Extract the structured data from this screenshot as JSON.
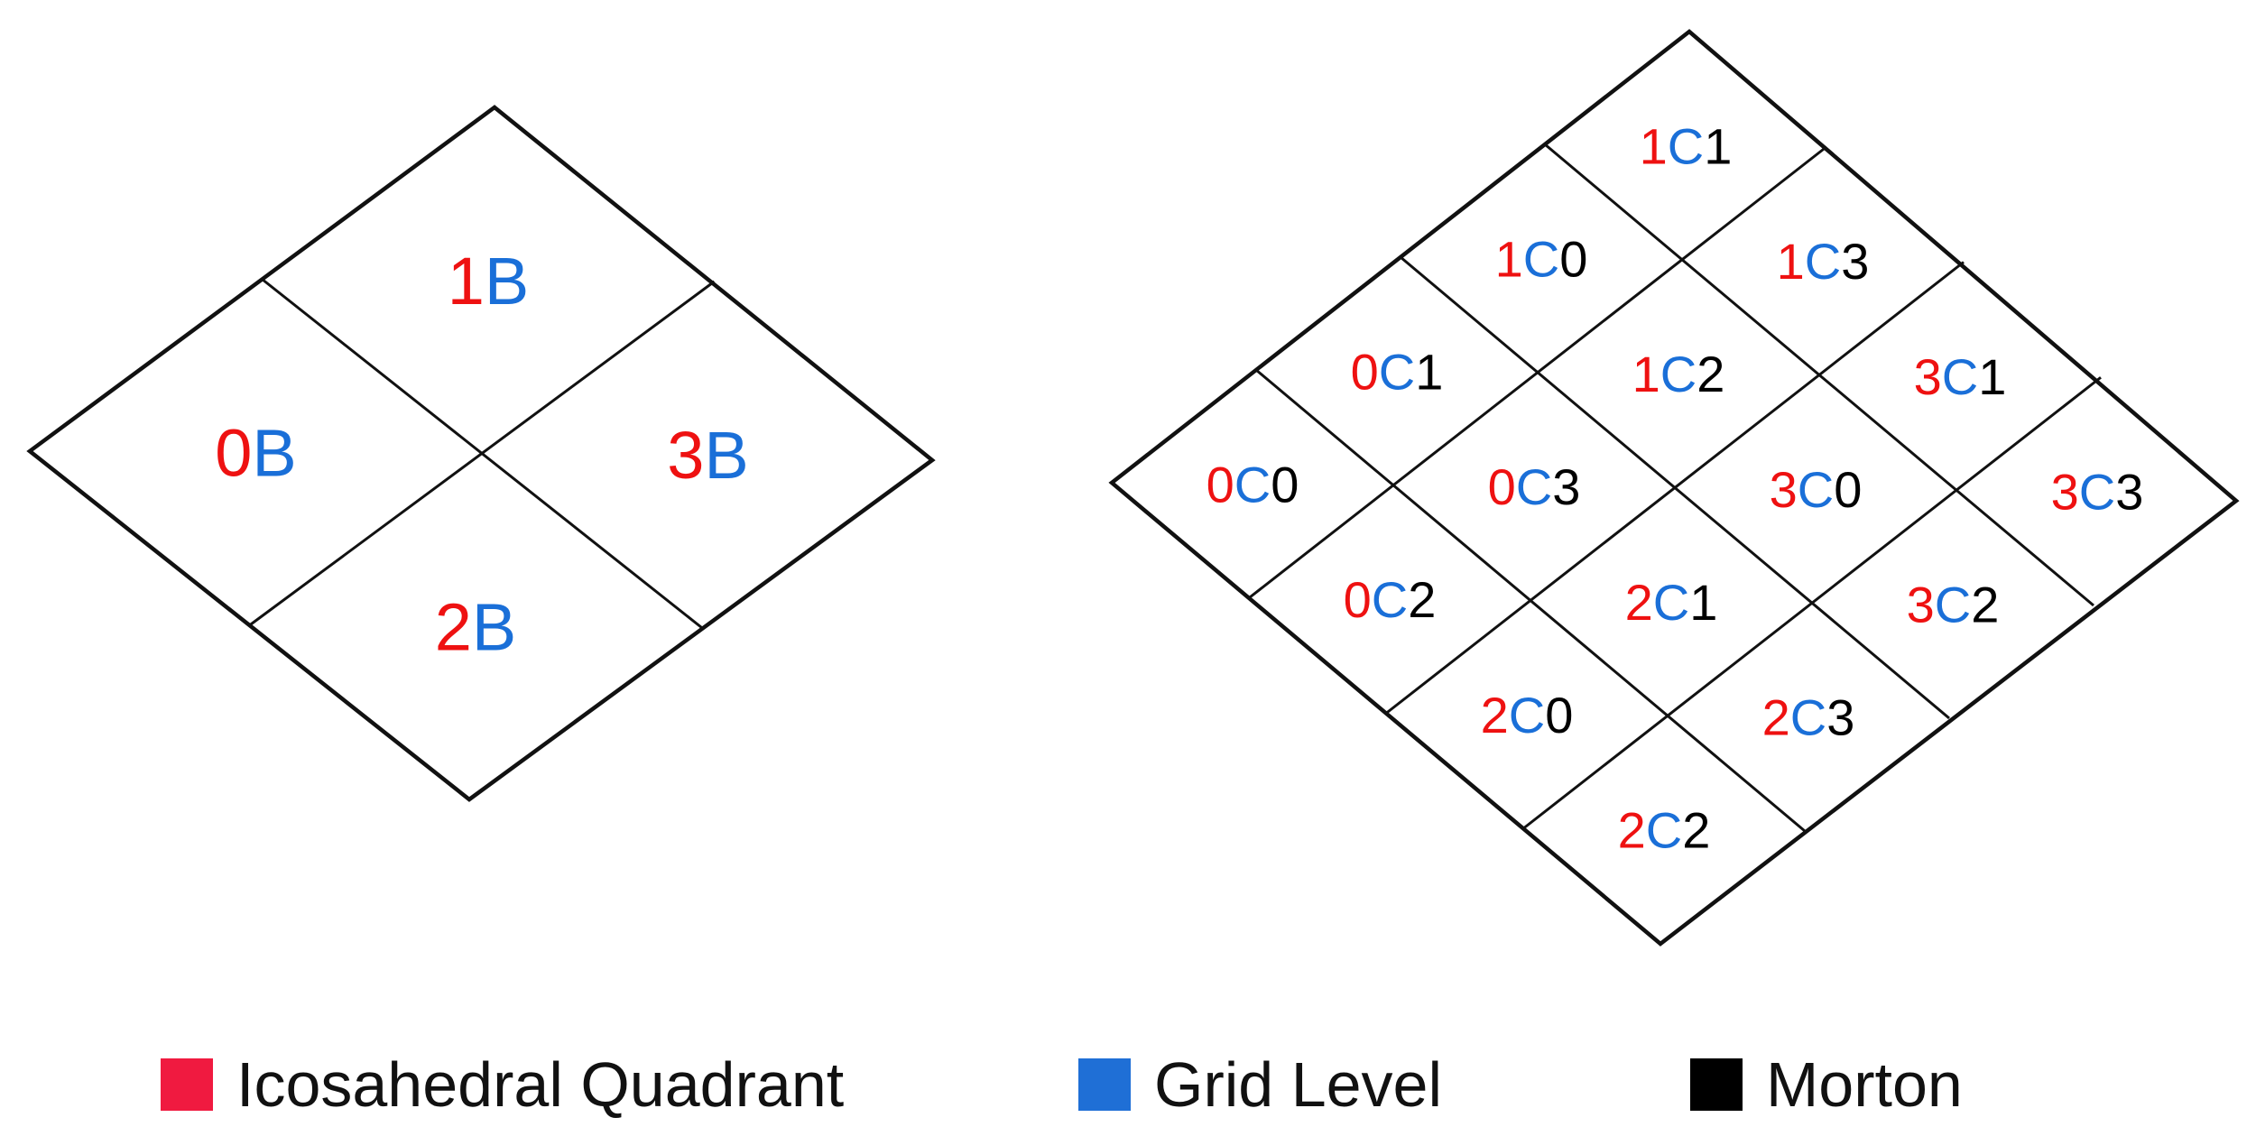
{
  "colors": {
    "quadrant": "#ee1111",
    "grid_level": "#1a6fd8",
    "morton": "#000000",
    "legend_quadrant": "#f01a40",
    "legend_grid": "#1f6fd6",
    "legend_morton": "#000000"
  },
  "level_b": {
    "cells": [
      {
        "id": "0B",
        "quadrant": "0",
        "level": "B"
      },
      {
        "id": "1B",
        "quadrant": "1",
        "level": "B"
      },
      {
        "id": "2B",
        "quadrant": "2",
        "level": "B"
      },
      {
        "id": "3B",
        "quadrant": "3",
        "level": "B"
      }
    ]
  },
  "level_c": {
    "cells": [
      {
        "id": "0C0",
        "quadrant": "0",
        "level": "C",
        "morton": "0"
      },
      {
        "id": "0C1",
        "quadrant": "0",
        "level": "C",
        "morton": "1"
      },
      {
        "id": "0C2",
        "quadrant": "0",
        "level": "C",
        "morton": "2"
      },
      {
        "id": "0C3",
        "quadrant": "0",
        "level": "C",
        "morton": "3"
      },
      {
        "id": "1C0",
        "quadrant": "1",
        "level": "C",
        "morton": "0"
      },
      {
        "id": "1C1",
        "quadrant": "1",
        "level": "C",
        "morton": "1"
      },
      {
        "id": "1C2",
        "quadrant": "1",
        "level": "C",
        "morton": "2"
      },
      {
        "id": "1C3",
        "quadrant": "1",
        "level": "C",
        "morton": "3"
      },
      {
        "id": "2C0",
        "quadrant": "2",
        "level": "C",
        "morton": "0"
      },
      {
        "id": "2C1",
        "quadrant": "2",
        "level": "C",
        "morton": "1"
      },
      {
        "id": "2C2",
        "quadrant": "2",
        "level": "C",
        "morton": "2"
      },
      {
        "id": "2C3",
        "quadrant": "2",
        "level": "C",
        "morton": "3"
      },
      {
        "id": "3C0",
        "quadrant": "3",
        "level": "C",
        "morton": "0"
      },
      {
        "id": "3C1",
        "quadrant": "3",
        "level": "C",
        "morton": "1"
      },
      {
        "id": "3C2",
        "quadrant": "3",
        "level": "C",
        "morton": "2"
      },
      {
        "id": "3C3",
        "quadrant": "3",
        "level": "C",
        "morton": "3"
      }
    ]
  },
  "legend": {
    "quadrant_label": "Icosahedral Quadrant",
    "grid_level_label": "Grid Level",
    "morton_label": "Morton"
  }
}
